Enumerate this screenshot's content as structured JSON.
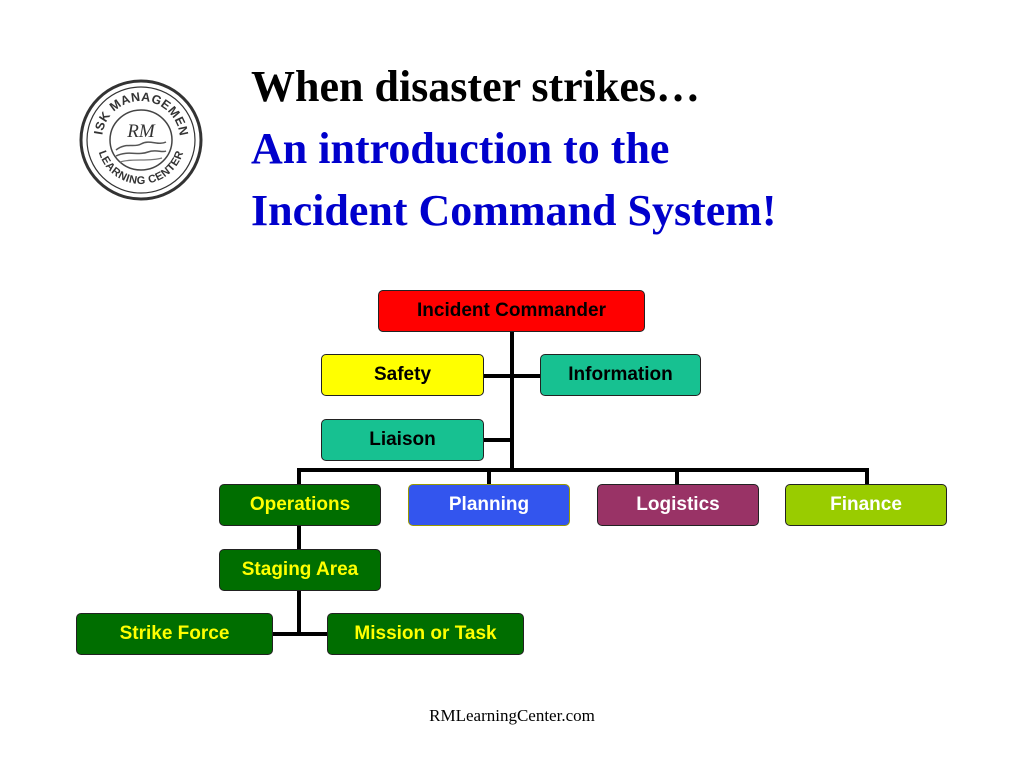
{
  "logo": {
    "text_top": "RISK MANAGEMENT",
    "text_bottom": "LEARNING CENTER",
    "monogram": "RM"
  },
  "title": {
    "line1": "When disaster strikes…",
    "line2": "An introduction to the",
    "line3": "Incident Command System!"
  },
  "org_chart": {
    "commander": "Incident Commander",
    "safety": "Safety",
    "information": "Information",
    "liaison": "Liaison",
    "operations": "Operations",
    "planning": "Planning",
    "logistics": "Logistics",
    "finance": "Finance",
    "staging_area": "Staging Area",
    "strike_force": "Strike Force",
    "mission_or_task": "Mission or Task"
  },
  "colors": {
    "commander": "#ff0000",
    "safety": "#ffff00",
    "information": "#17c191",
    "liaison": "#17c191",
    "operations": "#006e00",
    "planning": "#3355ee",
    "logistics": "#993366",
    "finance": "#99cc00"
  },
  "footer": "RMLearningCenter.com"
}
